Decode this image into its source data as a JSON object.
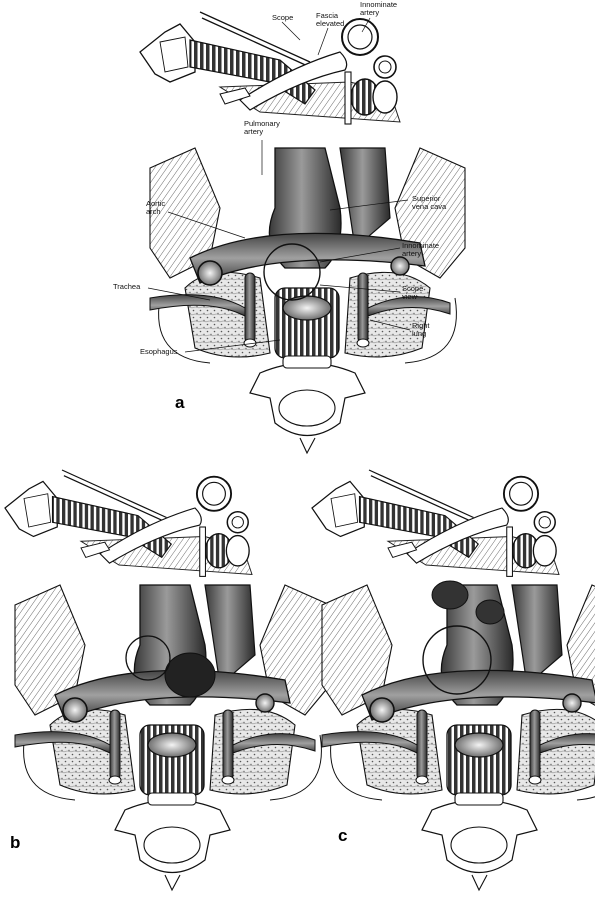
{
  "labels": {
    "scope": "Scope",
    "fascia_elevated": "Fascia\nelevated",
    "innominate_artery_top": "Innominate\nartery",
    "pulmonary_artery": "Pulmonary\nartery",
    "aortic_arch": "Aortic\narch",
    "superior_vena_cava": "Superior\nvena cava",
    "innominate_artery": "Innominate\nartery",
    "trachea": "Trachea",
    "scope_view": "Scope\nview",
    "right_lung": "Right\nlung",
    "esophagus": "Esophagus"
  },
  "panels": {
    "a": "a",
    "b": "b",
    "c": "c"
  }
}
